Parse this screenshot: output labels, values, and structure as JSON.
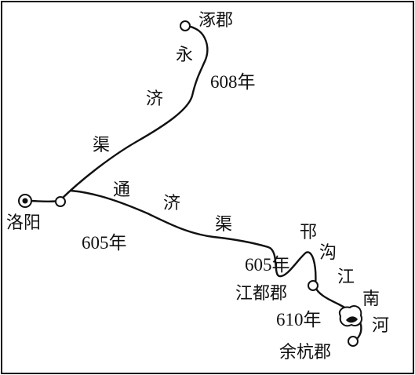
{
  "map": {
    "places": {
      "zhuojun": "涿郡",
      "luoyang": "洛阳",
      "jiangdu": "江都郡",
      "yuhang": "余杭郡"
    },
    "canals": {
      "yongji": {
        "chars": [
          "永",
          "济",
          "渠"
        ],
        "year": "608年"
      },
      "tongji": {
        "chars": [
          "通",
          "济",
          "渠"
        ],
        "year_a": "605年",
        "year_b": "605年"
      },
      "hangou": {
        "chars": [
          "邗",
          "沟"
        ]
      },
      "jiangnan": {
        "chars": [
          "江",
          "南",
          "河"
        ],
        "year": "610年"
      }
    }
  }
}
